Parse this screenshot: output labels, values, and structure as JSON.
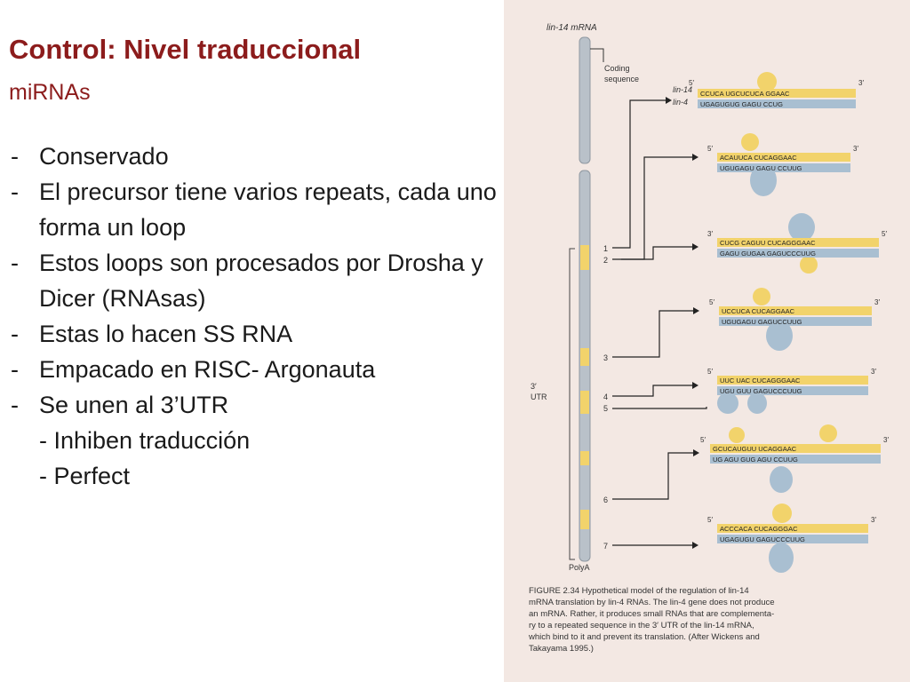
{
  "slide": {
    "title": "Control: Nivel traduccional",
    "subtitle": "miRNAs",
    "bullets": [
      "Conservado",
      "El precursor tiene varios repeats, cada uno forma un loop",
      "Estos loops son procesados por Drosha y Dicer (RNAsas)",
      "Estas lo hacen SS RNA",
      "Empacado en RISC- Argonauta",
      "Se unen al 3’UTR"
    ],
    "sub_bullets": [
      "- Inhiben traducción",
      "- Perfect"
    ]
  },
  "figure": {
    "mrna_label": "lin-14 mRNA",
    "coding_label_1": "Coding",
    "coding_label_2": "sequence",
    "utr_label_1": "3′",
    "utr_label_2": "UTR",
    "polya_label": "PolyA",
    "lin14_label": "lin-14",
    "lin4_label": "lin-4",
    "prime3": "3′",
    "prime5": "5′",
    "site_numbers": [
      "1",
      "2",
      "3",
      "4",
      "5",
      "6",
      "7"
    ],
    "duplexes": [
      {
        "top": "CCUCA UGCUCUCA GGAAC",
        "bottom": "UGAGUGUG GAGU CCUG"
      },
      {
        "top": "ACAUUCA CUCAGGAAC",
        "bottom": "UGUGAGU GAGU CCUUG"
      },
      {
        "top": "CUCG CAGUU CUCAGGGAAC",
        "bottom": "GAGU GUGAA GAGUCCCUUG"
      },
      {
        "top": "UCCUCA CUCAGGAAC",
        "bottom": "UGUGAGU GAGUCCUUG"
      },
      {
        "top": "UUC UAC CUCAGGGAAC",
        "bottom": "UGU GUU GAGUCCCUUG"
      },
      {
        "top": "GCUCAUGUU UCAGGAAC",
        "bottom": "UG AGU GUG AGU CCUUG"
      },
      {
        "top": "ACCCACA CUCAGGGAC",
        "bottom": "UGAGUGU GAGUCCCUUG"
      }
    ],
    "caption_lines": [
      "FIGURE 2.34  Hypothetical model of the regulation of lin-14",
      "mRNA translation by lin-4 RNAs. The lin-4 gene does not produce",
      "an mRNA. Rather, it produces small RNAs that are complementa-",
      "ry to a repeated sequence in the 3′ UTR of the lin-14 mRNA,",
      "which bind to it and prevent its translation. (After Wickens and",
      "Takayama 1995.)"
    ]
  },
  "colors": {
    "title_red": "#8c1c1c",
    "figure_bg": "#f3e8e3",
    "bar_gray": "#b9c1c9",
    "site_yellow": "#f2d36b",
    "lin4_blue": "#a9bfd1",
    "text_dark": "#1a1a1a"
  }
}
